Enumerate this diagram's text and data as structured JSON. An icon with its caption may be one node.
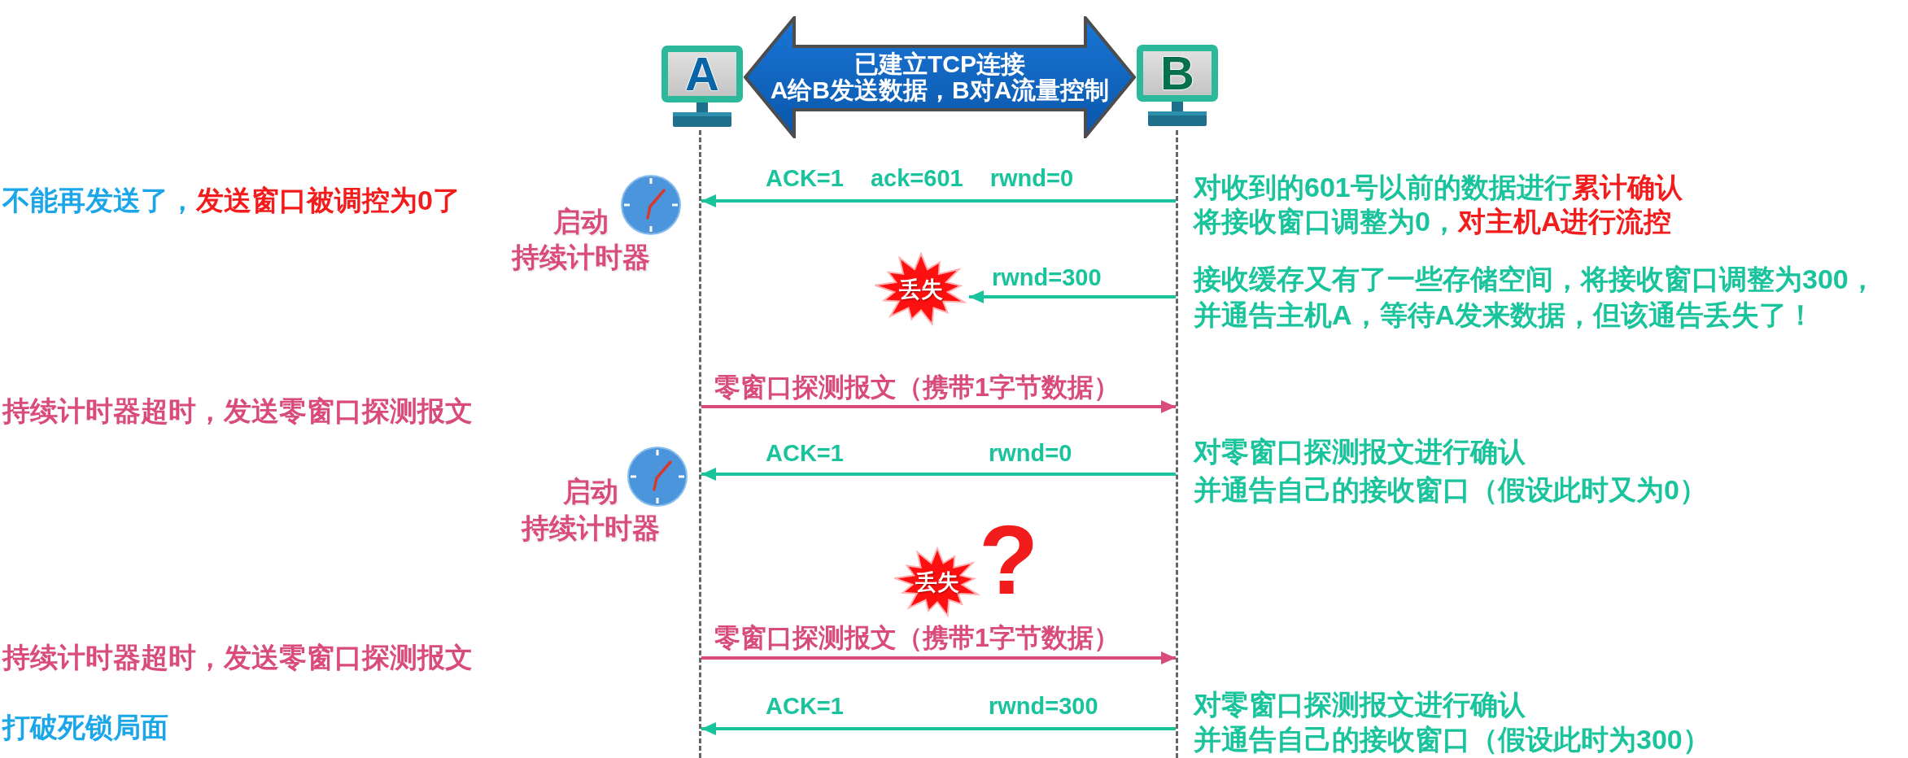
{
  "diagram": {
    "nodes": [
      {
        "text": [
          "A"
        ]
      },
      {
        "text": [
          "已建立TCP连接",
          "A给B发送数据，B对A流量控制"
        ]
      },
      {
        "text": [
          "B"
        ]
      },
      {
        "text": [],
        "shape": "line"
      },
      {
        "text": [],
        "shape": "line"
      },
      {
        "text": [
          "丢失"
        ]
      },
      {
        "text": [
          "丢失"
        ]
      }
    ],
    "edges": [
      {
        "from": 4,
        "to": 3,
        "arrow": "to",
        "label": "ACK=1 ack=601 rwnd=0"
      },
      {
        "from": 4,
        "to": 5,
        "arrow": "to",
        "label": "rwnd=300"
      },
      {
        "from": 3,
        "to": 4,
        "arrow": "to",
        "label": "零窗口探测报文（携带1字节数据）",
        "color": "#d94b7b"
      },
      {
        "from": 4,
        "to": 3,
        "arrow": "to",
        "label": "ACK=1 rwnd=0"
      },
      {
        "from": 3,
        "to": 4,
        "arrow": "to",
        "label": "零窗口探测报文（携带1字节数据）",
        "color": "#d94b7b"
      },
      {
        "from": 4,
        "to": 3,
        "arrow": "to",
        "label": "ACK=1 rwnd=300"
      }
    ],
    "labels": [
      "不能再发送了，**发送窗口被调控为0了**",
      "启动",
      "持续计时器",
      "对收到的601号以前的数据进行**累计确认**",
      "将接收窗口调整为0，**对主机A进行流控**",
      "接收缓存又有了一些存储空间，将接收窗口调整为300，",
      "并通告主机A，等待A发来数据，但该通告丢失了！",
      "持续计时器超时，发送零窗口探测报文",
      "启动",
      "持续计时器",
      "对零窗口探测报文进行确认",
      "并通告自己的接收窗口（假设此时又为0）",
      "?",
      "持续计时器超时，发送零窗口探测报文",
      "打破死锁局面",
      "对零窗口探测报文进行确认",
      "并通告自己的接收窗口（假设此时为300）"
    ]
  }
}
